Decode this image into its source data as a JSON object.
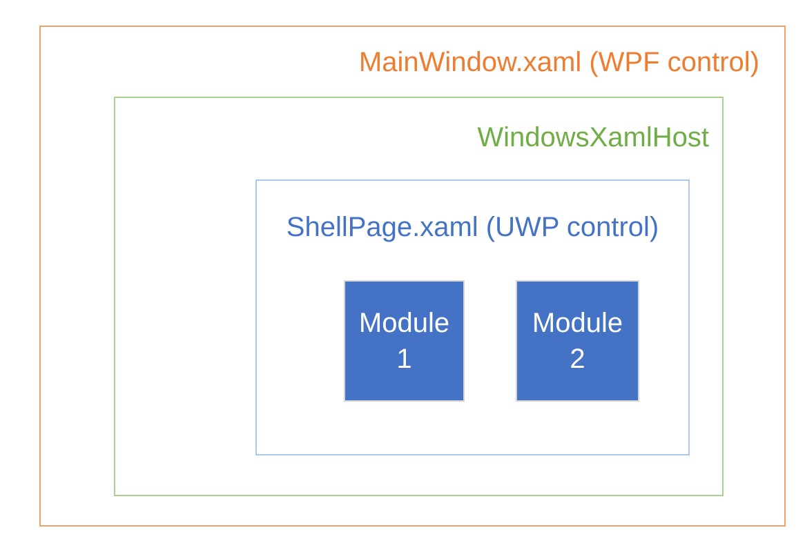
{
  "diagram": {
    "mainwindow": {
      "label": "MainWindow.xaml (WPF control)"
    },
    "windowsxamlhost": {
      "label": "WindowsXamlHost"
    },
    "shellpage": {
      "label": "ShellPage.xaml (UWP control)"
    },
    "modules": [
      {
        "name": "Module",
        "number": "1"
      },
      {
        "name": "Module",
        "number": "2"
      }
    ]
  },
  "colors": {
    "page-bg": "#FFFFFF",
    "mainwindow-border": "#F2A069",
    "mainwindow-text": "#ED7D31",
    "host-border": "#A9D18E",
    "host-text": "#70AD47",
    "shell-border": "#AEC6E8",
    "shell-text": "#4472C4",
    "module-fill": "#4472C4",
    "module-border": "#D6D6D6",
    "module-text": "#FFFFFF"
  }
}
